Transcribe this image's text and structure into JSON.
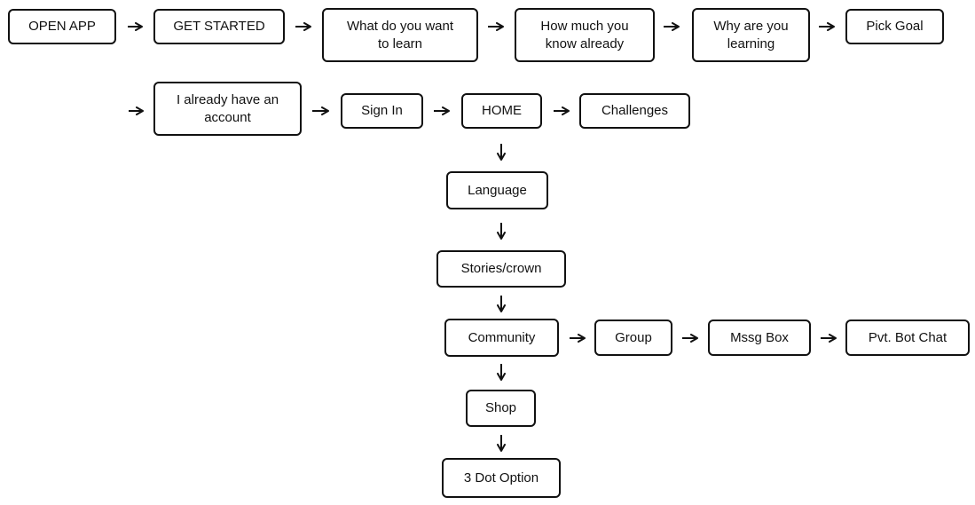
{
  "nodes": {
    "open_app": "OPEN APP",
    "get_started": "GET STARTED",
    "what_learn": "What do you want\nto learn",
    "how_much": "How much you\nknow already",
    "why_learning": "Why are you\nlearning",
    "pick_goal": "Pick Goal",
    "already_account": "I already have an\naccount",
    "sign_in": "Sign In",
    "home": "HOME",
    "challenges": "Challenges",
    "language": "Language",
    "stories": "Stories/crown",
    "community": "Community",
    "group": "Group",
    "mssg_box": "Mssg Box",
    "pvt_bot_chat": "Pvt. Bot Chat",
    "shop": "Shop",
    "three_dot": "3 Dot Option"
  }
}
